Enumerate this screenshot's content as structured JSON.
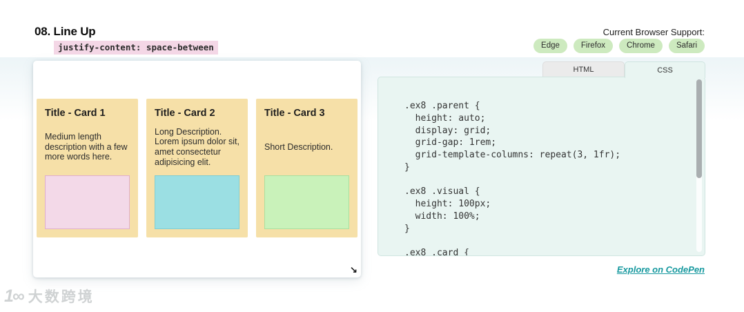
{
  "header": {
    "title": "08. Line Up",
    "subtitle_code": "justify-content: space-between",
    "support_label": "Current Browser Support:",
    "browsers": [
      {
        "label": "Edge"
      },
      {
        "label": "Firefox"
      },
      {
        "label": "Chrome"
      },
      {
        "label": "Safari"
      }
    ]
  },
  "demo": {
    "cards": [
      {
        "title": "Title - Card 1",
        "description": "Medium length description with a few more words here.",
        "visual_color": "#f3d9e8",
        "visual_border": "#dfaecb"
      },
      {
        "title": "Title - Card 2",
        "description": "Long Description. Lorem ipsum dolor sit, amet consectetur adipisicing elit.",
        "visual_color": "#9bdfe3",
        "visual_border": "#7fcdd3"
      },
      {
        "title": "Title - Card 3",
        "description": "Short Description.",
        "visual_color": "#c9f2ba",
        "visual_border": "#aadf9f"
      }
    ]
  },
  "code_panel": {
    "tabs": [
      {
        "label": "HTML",
        "active": false
      },
      {
        "label": "CSS",
        "active": true
      }
    ],
    "code_lines": [
      ".ex8 .parent {",
      "  height: auto;",
      "  display: grid;",
      "  grid-gap: 1rem;",
      "  grid-template-columns: repeat(3, 1fr);",
      "}",
      "",
      ".ex8 .visual {",
      "  height: 100px;",
      "  width: 100%;",
      "}",
      "",
      ".ex8 .card {"
    ],
    "link_label": "Explore on CodePen"
  },
  "icons": {
    "resize_cursor": "↘"
  },
  "watermark": {
    "logo_text": "1∞",
    "brand_text": "大数跨境"
  },
  "colors": {
    "highlight_pink": "#f4d7e6",
    "badge_green": "#cdeabf",
    "card_tan": "#f6e0a8",
    "panel_teal_bg": "#e9f5f2",
    "panel_border": "#cfe5e0",
    "tab_inactive_bg": "#ebebeb",
    "link_teal": "#17999f"
  }
}
